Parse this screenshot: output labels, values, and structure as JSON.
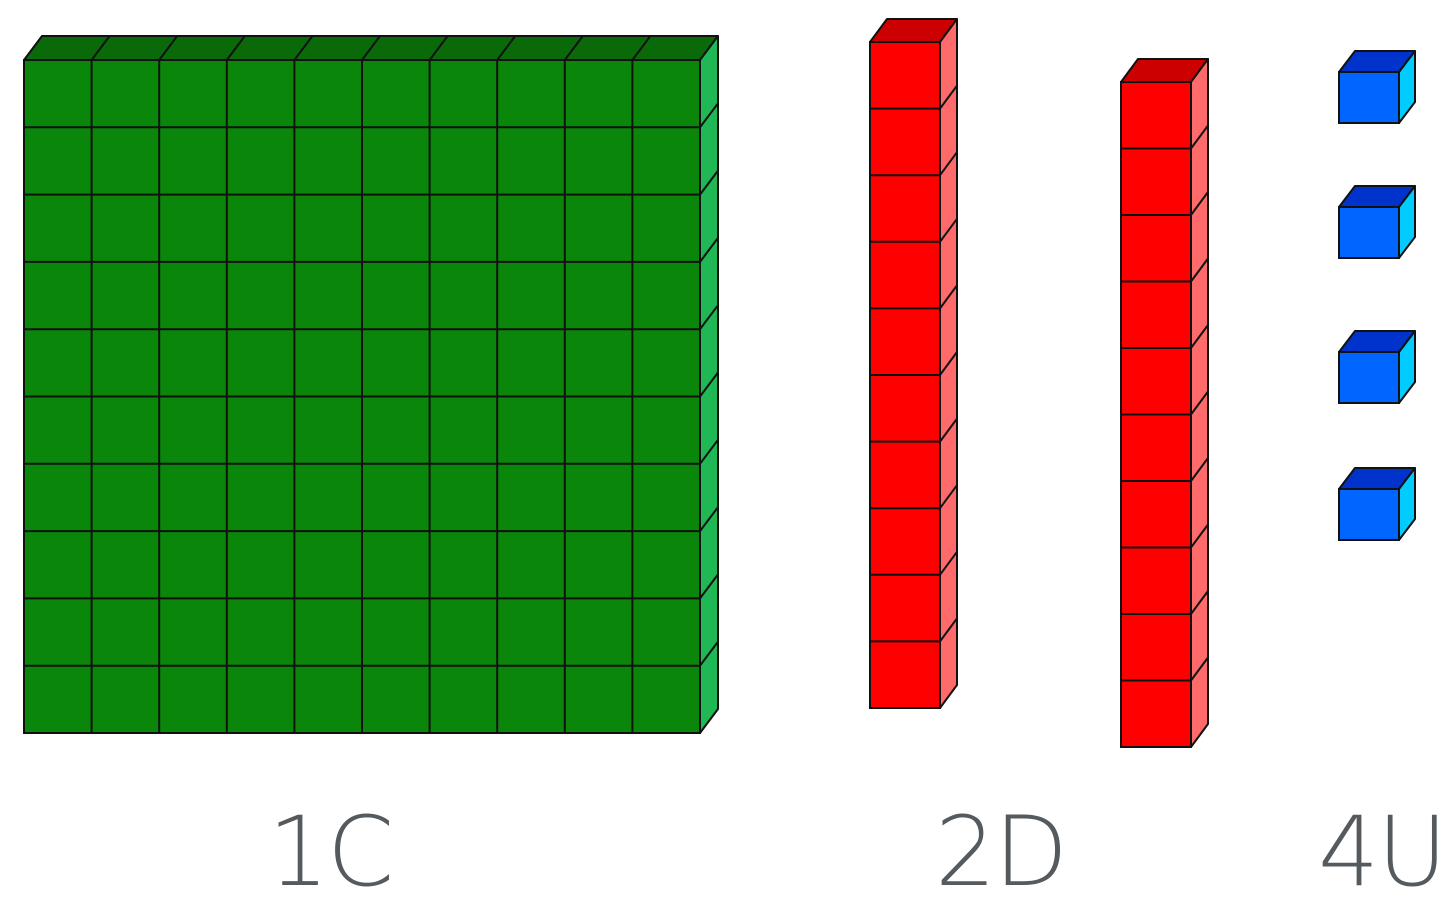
{
  "blocks": {
    "hundreds": {
      "count": 1,
      "label": "1C",
      "color": "#0a870a",
      "top_color": "#0a6a0a",
      "side_color": "#1fb855"
    },
    "tens": {
      "count": 2,
      "label": "2D",
      "color": "#ff0000",
      "top_color": "#cc0000",
      "side_color": "#ff6b6b"
    },
    "units": {
      "count": 4,
      "label": "4U",
      "color": "#0066ff",
      "top_color": "#0033cc",
      "side_color": "#00ccff"
    }
  }
}
